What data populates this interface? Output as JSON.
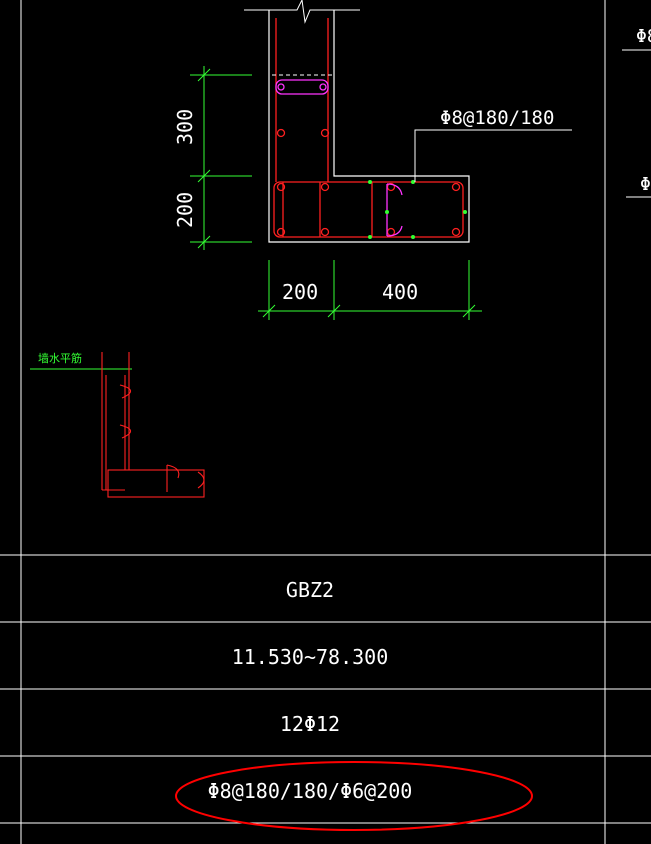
{
  "section": {
    "top_dim": "300",
    "bottom_dim": "200",
    "width_dim_1": "200",
    "width_dim_2": "400",
    "stirrup_callout": "Φ8@180/180"
  },
  "detail": {
    "label": "墙水平筋"
  },
  "table": {
    "rows": [
      {
        "value": "GBZ2"
      },
      {
        "value": "11.530~78.300"
      },
      {
        "value": "12Φ12"
      },
      {
        "value": "Φ8@180/180/Φ6@200"
      }
    ]
  },
  "right_column": {
    "partial_1": "Φ8",
    "partial_2": "Φ"
  },
  "colors": {
    "background": "#000000",
    "line": "#ffffff",
    "rebar": "#ff2020",
    "stirrup": "#ff33ff",
    "dimension": "#33ff33",
    "highlight": "#ff0000"
  }
}
